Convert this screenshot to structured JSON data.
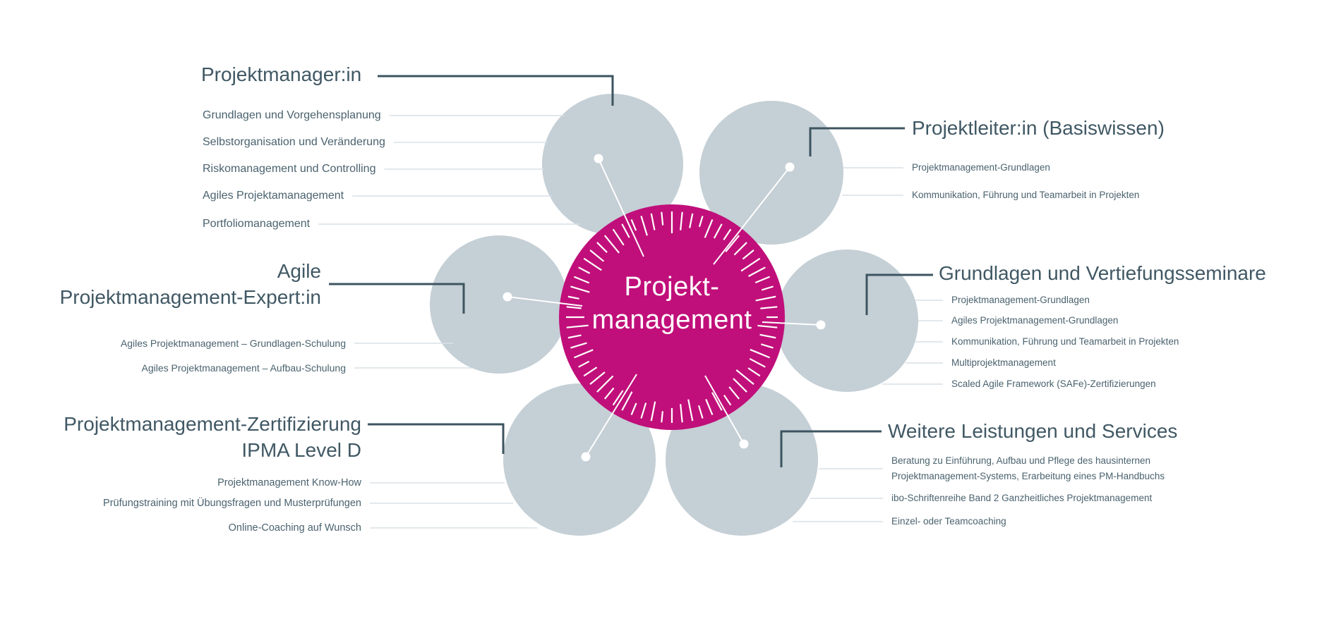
{
  "center": {
    "title_lines": [
      "Projekt-",
      "management"
    ]
  },
  "colors": {
    "magenta": "#c00f7a",
    "petal": "#c5cfd6",
    "heading_text": "#405864",
    "item_text": "#4a626e",
    "connector": "#3d5460",
    "leader_line": "#d9e1e6",
    "dot": "#ffffff"
  },
  "sections": [
    {
      "title_lines": [
        "Projektmanager:in"
      ],
      "items": [
        "Grundlagen und Vorgehensplanung",
        "Selbstorganisation und Veränderung",
        "Riskomanagement und Controlling",
        "Agiles Projektamanagement",
        "Portfoliomanagement"
      ]
    },
    {
      "title_lines": [
        "Projektleiter:in (Basiswissen)"
      ],
      "items": [
        "Projektmanagement-Grundlagen",
        "Kommunikation, Führung und Teamarbeit in Projekten"
      ]
    },
    {
      "title_lines": [
        "Agile",
        "Projektmanagement-Expert:in"
      ],
      "items": [
        "Agiles Projektmanagement – Grundlagen-Schulung",
        "Agiles Projektmanagement – Aufbau-Schulung"
      ]
    },
    {
      "title_lines": [
        "Grundlagen und Vertiefungsseminare"
      ],
      "items": [
        "Projektmanagement-Grundlagen",
        "Agiles Projektmanagement-Grundlagen",
        "Kommunikation, Führung und Teamarbeit in Projekten",
        "Multiprojektmanagement",
        "Scaled Agile Framework (SAFe)-Zertifizierungen"
      ]
    },
    {
      "title_lines": [
        "Projektmanagement-Zertifizierung",
        "IPMA Level D"
      ],
      "items": [
        "Projektmanagement Know-How",
        "Prüfungstraining mit Übungsfragen und Musterprüfungen",
        "Online-Coaching auf Wunsch"
      ]
    },
    {
      "title_lines": [
        "Weitere Leistungen und Services"
      ],
      "items": [
        "Beratung zu Einführung, Aufbau und Pflege des hausinternen Projektmanagement-Systems, Erarbeitung eines PM-Handbuchs",
        "ibo-Schriftenreihe Band 2 Ganzheitliches Projektmanagement",
        "Einzel- oder Teamcoaching"
      ]
    }
  ]
}
